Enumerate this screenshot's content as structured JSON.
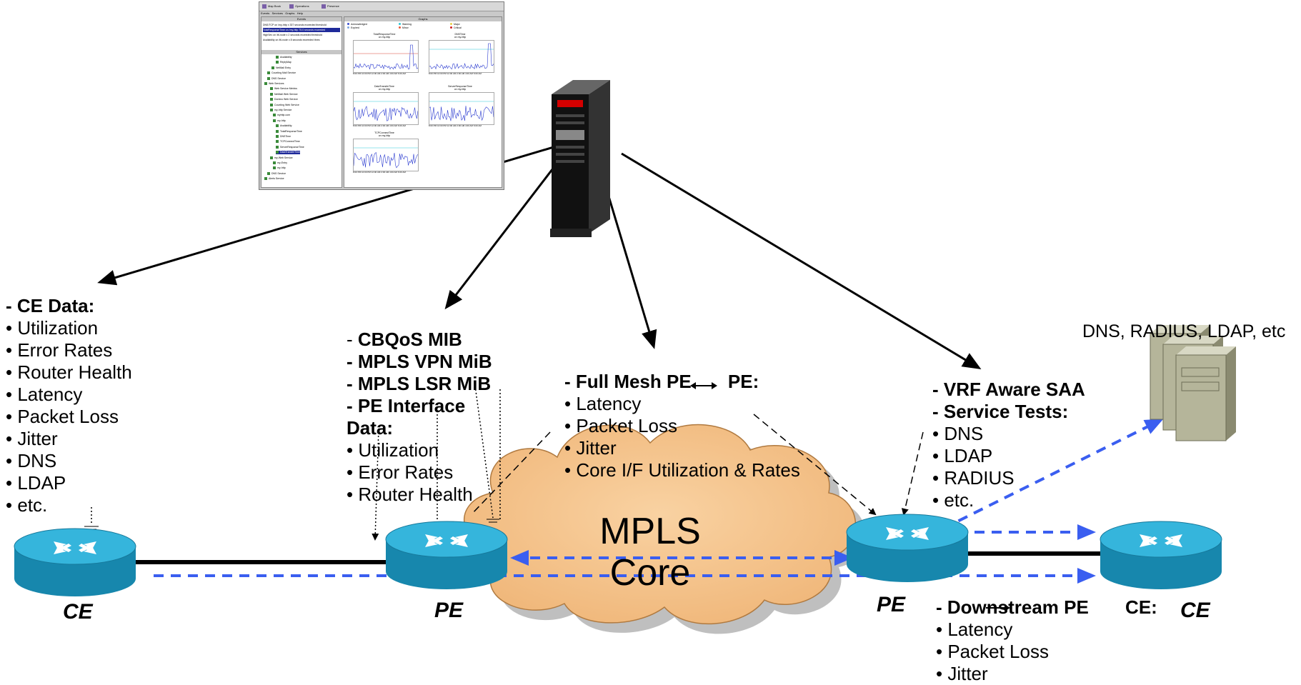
{
  "app_screenshot": {
    "tabs": [
      "Map Book",
      "Operations",
      "Presence"
    ],
    "menu": [
      "Events",
      "Services",
      "Graphs",
      "Help"
    ],
    "events_header": "Events",
    "graphs_header": "Graphs",
    "services_header": "Services",
    "alarm_rows": [
      "DNS/TCP on /my-http x 337 seconds exceeded threshold",
      "TotalResponseTime on /my-http 75.0 seconds exceeded",
      "HighSev on /ttl-node x 2 seconds exceeded threshold",
      "Availability on /ttl-node x 8 seconds exceeded thres"
    ],
    "legend": [
      "Acknowledged",
      "Warning",
      "Major",
      "Expired",
      "Minor",
      "Critical"
    ],
    "tree_items": [
      "Availability",
      "ReplyMap",
      "NetMail Entry",
      "Counting Mail Service",
      "DNS Service",
      "Web Services",
      "Web Service Metrics",
      "NetMail Web Service",
      "Domino Web Service",
      "Counting Web Service",
      "my-http Service",
      "myhttp.com",
      "my-http",
      "Availability",
      "TotalResponseTime",
      "DNSTime",
      "TCPConnectTime",
      "ServerResponseTime",
      "DataTransferTime",
      "my-Web Service",
      "my-Entry",
      "my-http",
      "DNS Service",
      "Alerts Service"
    ],
    "graphs": [
      {
        "title": "TotalResponseTime",
        "subtitle": "on my-http"
      },
      {
        "title": "DNSTime",
        "subtitle": "on my-http"
      },
      {
        "title": "DataTransferTime",
        "subtitle": "on my-http"
      },
      {
        "title": "ServerResponseTime",
        "subtitle": "on my-http"
      },
      {
        "title": "TCPConnectTime",
        "subtitle": "on my-http"
      }
    ],
    "x_ticks": "8:00 PM  10:00 PM  12:00 AM  2:00 AM  4:00 AM  6:00 AM"
  },
  "top_right_label": "DNS, RADIUS, LDAP, etc",
  "cloud": {
    "line1": "MPLS",
    "line2": "Core",
    "color": "#f5c28a"
  },
  "device_labels": {
    "ce_left": "CE",
    "pe_left": "PE",
    "pe_right": "PE",
    "ce_right": "CE"
  },
  "ce_data": {
    "title": "- CE Data:",
    "items": [
      "• Utilization",
      "• Error Rates",
      "• Router Health",
      "• Latency",
      "• Packet Loss",
      "• Jitter",
      "• DNS",
      "• LDAP",
      "• etc."
    ]
  },
  "pe_data": {
    "lines": [
      {
        "prefix": "- ",
        "bold": "CBQoS MIB"
      },
      {
        "prefix": "",
        "bold": "- MPLS VPN MiB"
      },
      {
        "prefix": "",
        "bold": "- MPLS LSR MiB"
      },
      {
        "prefix": "",
        "bold": "- PE Interface"
      },
      {
        "prefix": "",
        "bold": "Data:"
      }
    ],
    "items": [
      "• Utilization",
      "• Error Rates",
      "• Router Health"
    ]
  },
  "full_mesh": {
    "title_left": "- Full Mesh PE",
    "title_right": " PE:",
    "items": [
      "• Latency",
      "• Packet Loss",
      "• Jitter",
      "• Core I/F Utilization & Rates"
    ]
  },
  "vrf": {
    "titles": [
      "- VRF Aware SAA",
      "- Service Tests:"
    ],
    "items": [
      "• DNS",
      "• LDAP",
      "• RADIUS",
      "• etc."
    ]
  },
  "downstream": {
    "title_left": "- Downstream PE",
    "title_right": " CE:",
    "items": [
      "• Latency",
      "• Packet Loss",
      "• Jitter"
    ]
  },
  "colors": {
    "router_body": "#1ea0c8",
    "router_top": "#4cc3e6",
    "blue_dash": "#3a5ef0",
    "server_case": "#b5b59a"
  }
}
